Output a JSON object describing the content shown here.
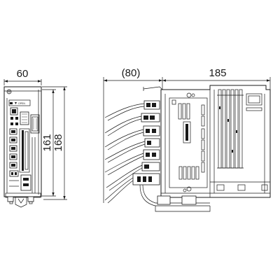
{
  "front_view": {
    "width_dim": "60",
    "inner_height_dim": "161",
    "outer_height_dim": "168",
    "panel_label": "OPEN"
  },
  "side_view": {
    "connector_depth_dim": "(80)",
    "body_depth_dim": "185"
  }
}
